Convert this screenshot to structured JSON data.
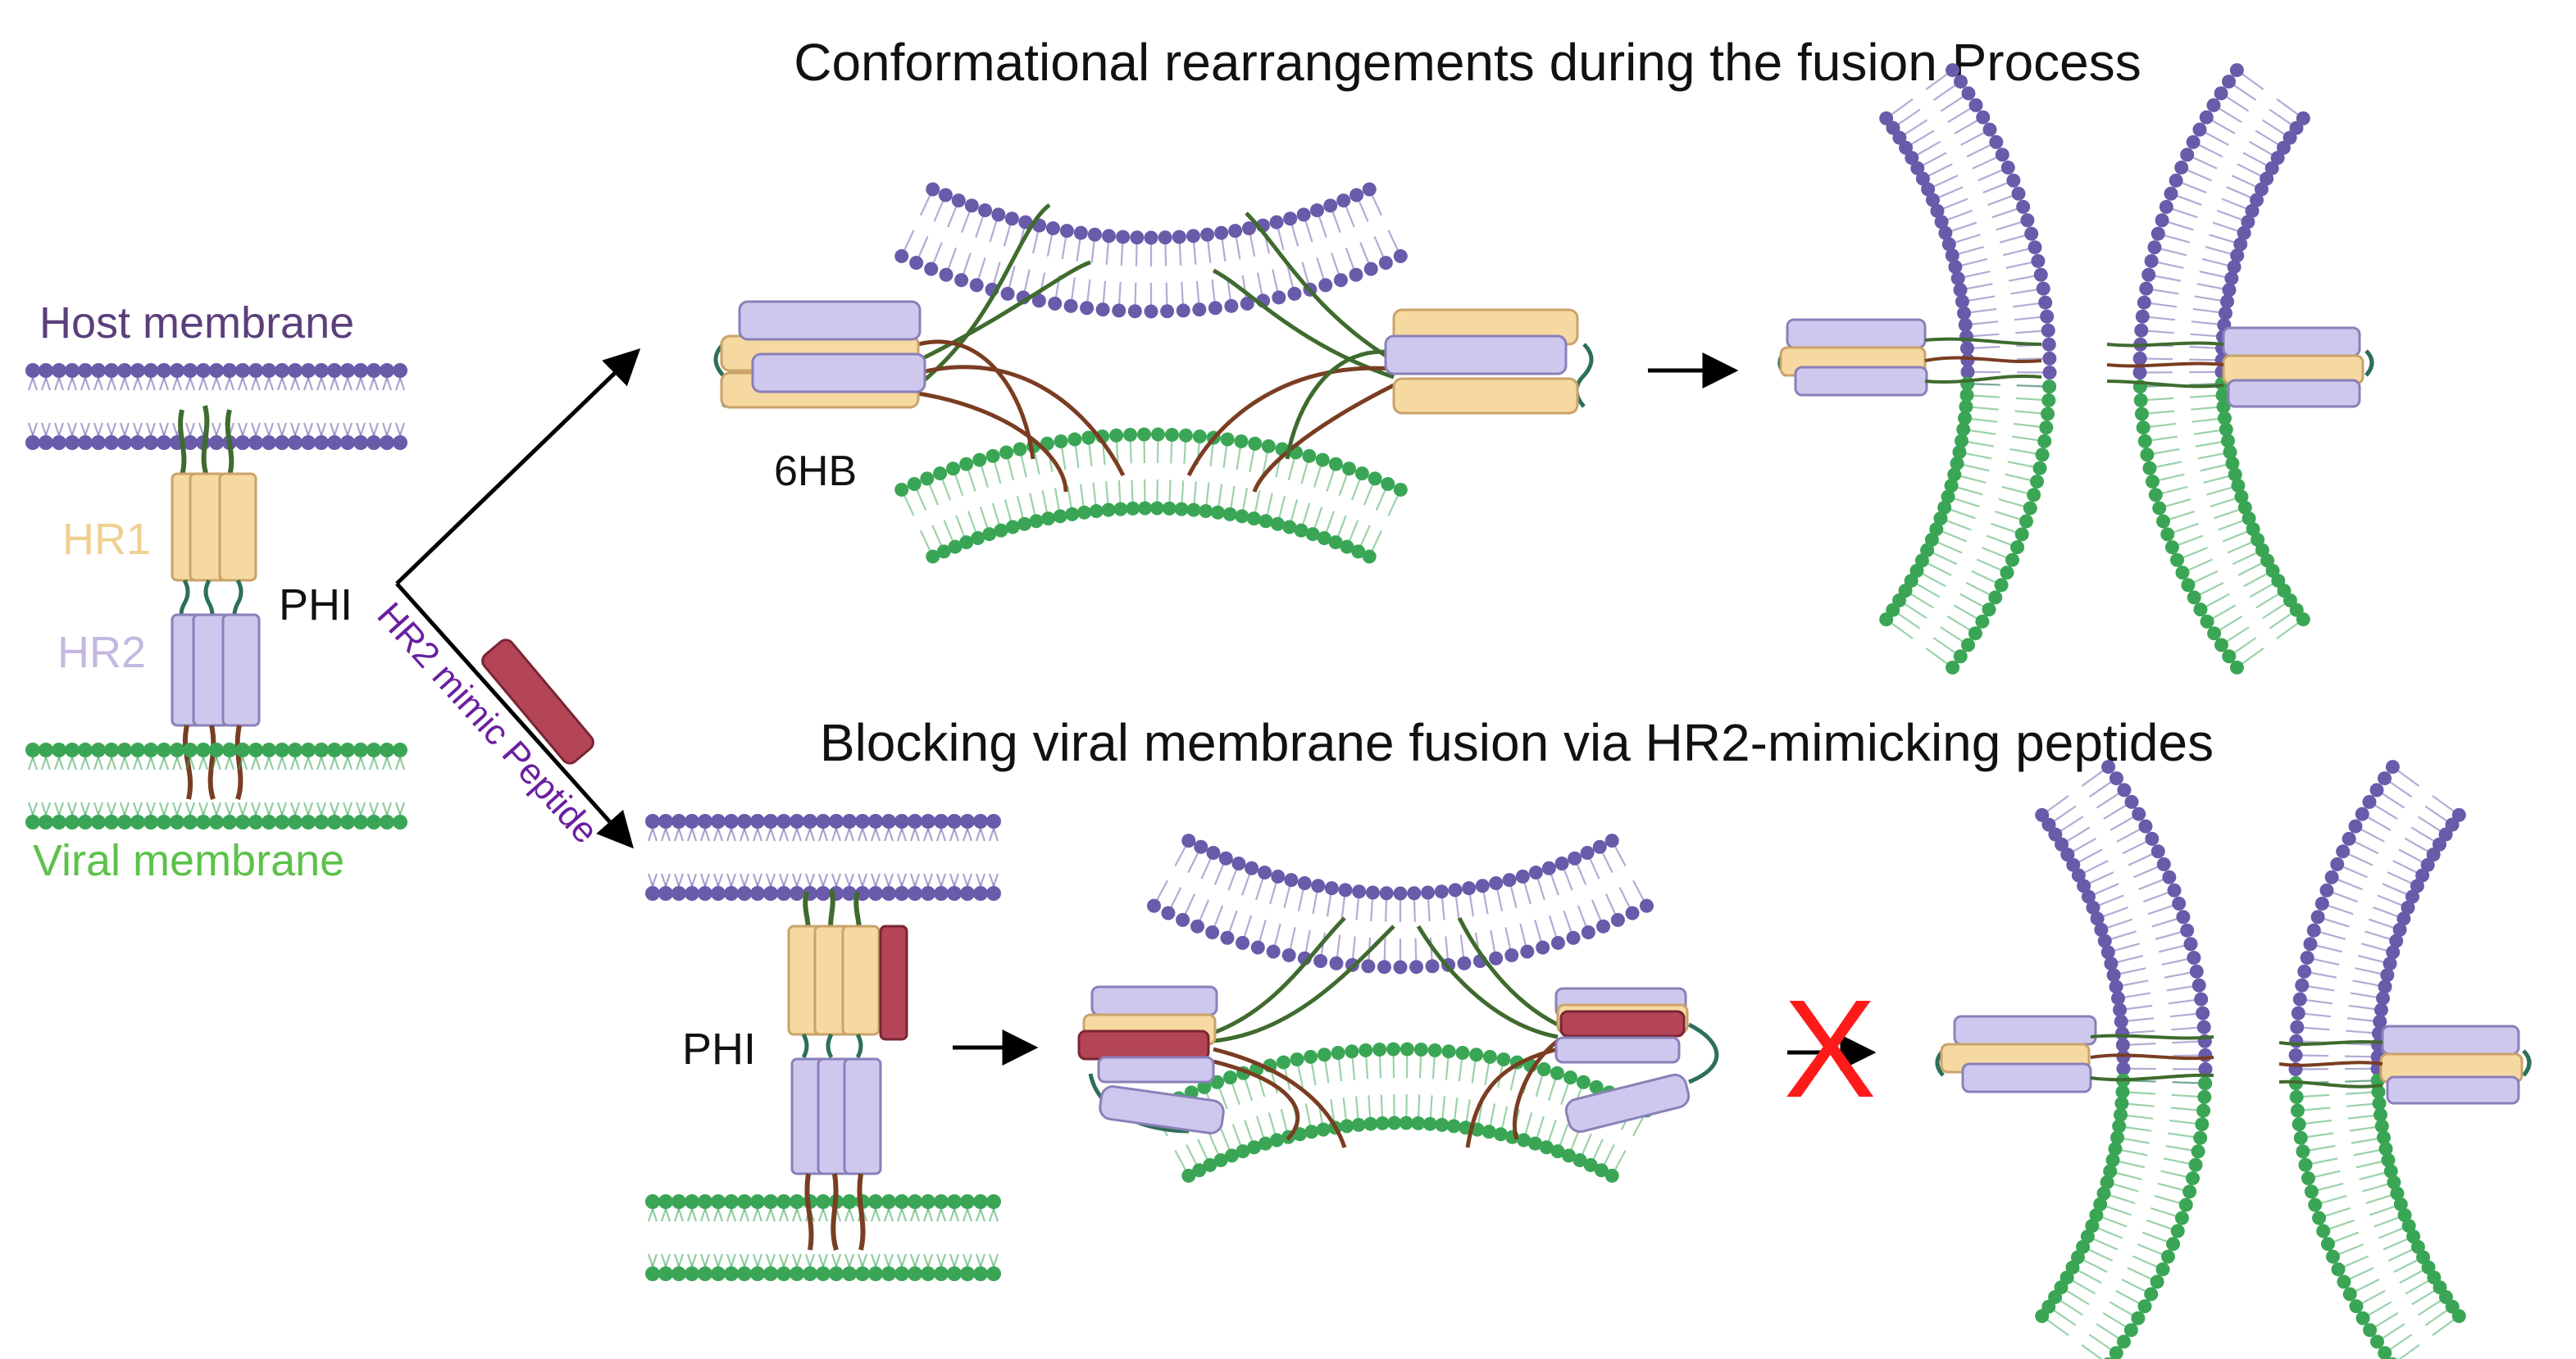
{
  "labels": {
    "title_top": "Conformational rearrangements during the fusion Process",
    "title_bottom": "Blocking viral membrane fusion via HR2-mimicking peptides",
    "host_membrane": "Host membrane",
    "viral_membrane": "Viral membrane",
    "hr1": "HR1",
    "hr2": "HR2",
    "phi_left": "PHI",
    "phi_bottom": "PHI",
    "six_hb": "6HB",
    "arrow_label": "HR2 mimic Peptide",
    "block_mark": "X"
  },
  "colors": {
    "host": "#6a5aaa",
    "host_dark": "#5b3f7a",
    "viral": "#3aa655",
    "viral_text": "#5cc24a",
    "hr1_fill": "#f6d9a0",
    "hr1_text": "#f0d090",
    "hr2_fill": "#cfc8ee",
    "hr2_text": "#c4b8e0",
    "peptide": "#b34556",
    "stalk_green": "#3f6b2e",
    "stalk_brown": "#7a3d22",
    "arrow_label": "#6a1fa0",
    "block": "#ff1a1a"
  }
}
